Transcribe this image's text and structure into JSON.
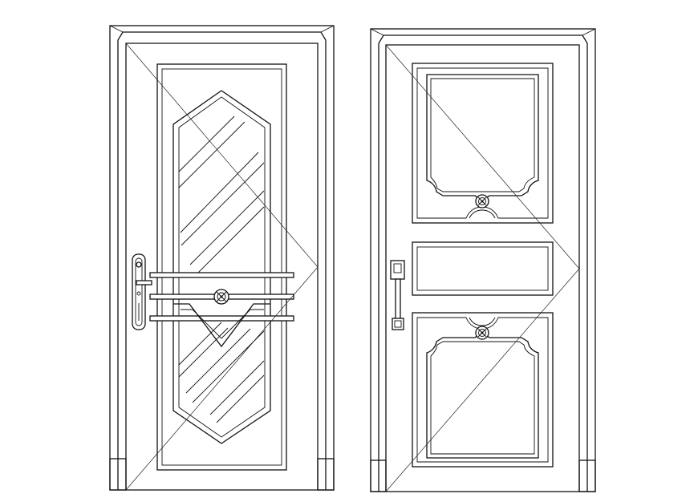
{
  "drawing": {
    "background": "#ffffff",
    "line_color": "#111111",
    "doors": [
      {
        "id": "left-door",
        "style": "single glass panel with diamond muntins, three horizontal bars and rosette",
        "handle": "lever-with-lock"
      },
      {
        "id": "right-door",
        "style": "three raised panels with scalloped edges and two rosettes",
        "handle": "pull-handle-with-deadbolt"
      }
    ]
  }
}
